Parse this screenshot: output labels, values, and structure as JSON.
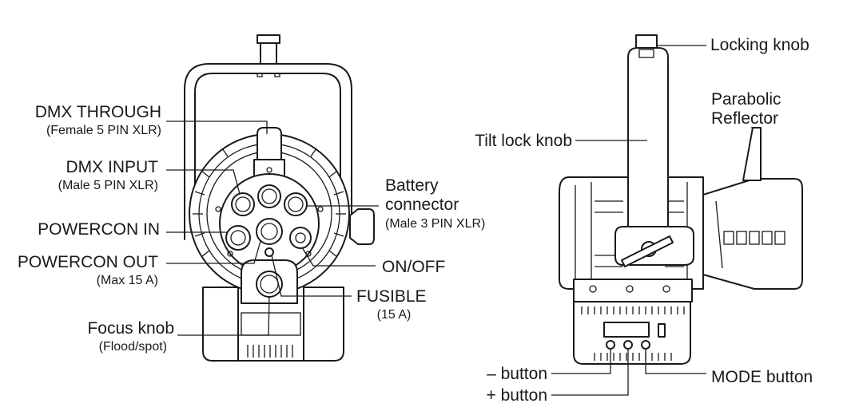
{
  "front_view": {
    "dmx_through": {
      "label": "DMX THROUGH",
      "sub": "(Female 5 PIN XLR)"
    },
    "dmx_input": {
      "label": "DMX INPUT",
      "sub": "(Male 5 PIN XLR)"
    },
    "powercon_in": {
      "label": "POWERCON IN"
    },
    "powercon_out": {
      "label": "POWERCON OUT",
      "sub": "(Max 15 A)"
    },
    "focus_knob": {
      "label": "Focus knob",
      "sub": "(Flood/spot)"
    },
    "battery_connector": {
      "label_line1": "Battery",
      "label_line2": "connector",
      "sub": "(Male 3 PIN XLR)"
    },
    "on_off": {
      "label": "ON/OFF"
    },
    "fusible": {
      "label": "FUSIBLE",
      "sub": "(15 A)"
    }
  },
  "side_view": {
    "locking_knob": {
      "label": "Locking knob"
    },
    "parabolic_reflector": {
      "label_line1": "Parabolic",
      "label_line2": "Reflector"
    },
    "tilt_lock_knob": {
      "label": "Tilt lock knob"
    },
    "minus_button": {
      "label": "– button"
    },
    "plus_button": {
      "label": "+ button"
    },
    "mode_button": {
      "label": "MODE button"
    }
  }
}
